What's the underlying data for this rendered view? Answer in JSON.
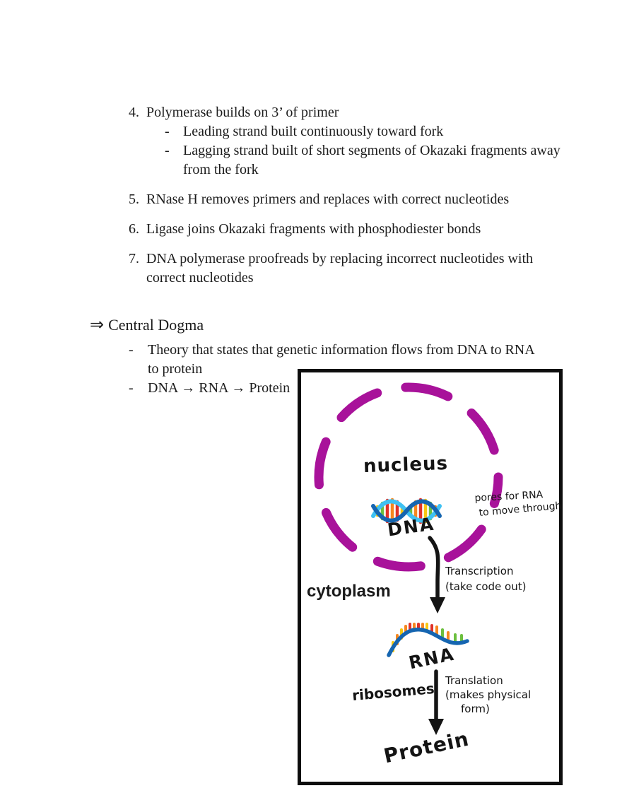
{
  "page": {
    "background": "#ffffff",
    "text_color": "#1c1c1c"
  },
  "notes": {
    "bullet_char": "-",
    "items": [
      {
        "number": "4.",
        "text": "Polymerase builds on 3’ of primer",
        "sub_items": [
          "Leading strand built continuously toward fork",
          "Lagging strand built of short segments of Okazaki fragments away from the fork"
        ]
      },
      {
        "number": "5.",
        "text": "RNase H removes primers and replaces with correct nucleotides",
        "sub_items": []
      },
      {
        "number": "6.",
        "text": "Ligase joins Okazaki fragments with phosphodiester bonds",
        "sub_items": []
      },
      {
        "number": "7.",
        "text": "DNA polymerase proofreads by replacing incorrect nucleotides with correct nucleotides",
        "sub_items": []
      }
    ]
  },
  "section": {
    "arrow": "⇒",
    "title": "Central Dogma",
    "bullets": [
      "Theory that states that genetic information flows from DNA to RNA to protein",
      "DNA → RNA → Protein"
    ]
  },
  "diagram": {
    "border_color": "#0d0d0d",
    "ink_color": "#141414",
    "membrane_color": "#a8129a",
    "strand_dark_blue": "#1565b0",
    "strand_light_blue": "#3fc1f2",
    "rung_yellow": "#f7c711",
    "rung_green": "#6cbf3e",
    "rung_red": "#e03228",
    "rung_orange": "#f6871f",
    "labels": {
      "nucleus": "nucleus",
      "dna": "DNA",
      "pores_line1": "pores for RNA",
      "pores_line2": "to move through",
      "transcription_line1": "Transcription",
      "transcription_line2": "(take code out)",
      "cytoplasm": "cytoplasm",
      "rna": "RNA",
      "ribosomes": "ribosomes",
      "translation_line1": "Translation",
      "translation_line2": "(makes physical",
      "translation_line3": "form)",
      "protein": "Protein"
    }
  }
}
